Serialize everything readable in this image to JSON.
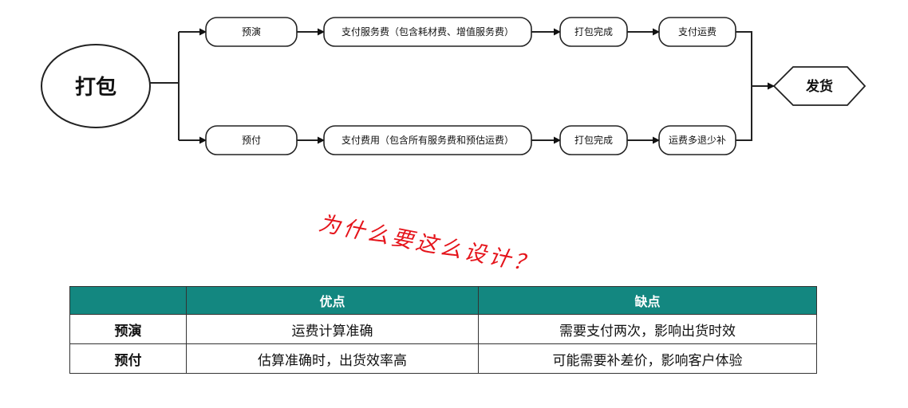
{
  "flow": {
    "start_label": "打包",
    "end_label": "发货",
    "top_row": [
      "预演",
      "支付服务费（包含耗材费、增值服务费）",
      "打包完成",
      "支付运费"
    ],
    "bottom_row": [
      "预付",
      "支付费用（包含所有服务费和预估运费）",
      "打包完成",
      "运费多退少补"
    ]
  },
  "question": "为什么要这么设计？",
  "table": {
    "headers": [
      "",
      "优点",
      "缺点"
    ],
    "rows": [
      {
        "label": "预演",
        "pro": "运费计算准确",
        "con": "需要支付两次，影响出货时效"
      },
      {
        "label": "预付",
        "pro": "估算准确时，出货效率高",
        "con": "可能需要补差价，影响客户体验"
      }
    ]
  },
  "colors": {
    "header_bg": "#138780",
    "question_text": "#e5141b"
  }
}
